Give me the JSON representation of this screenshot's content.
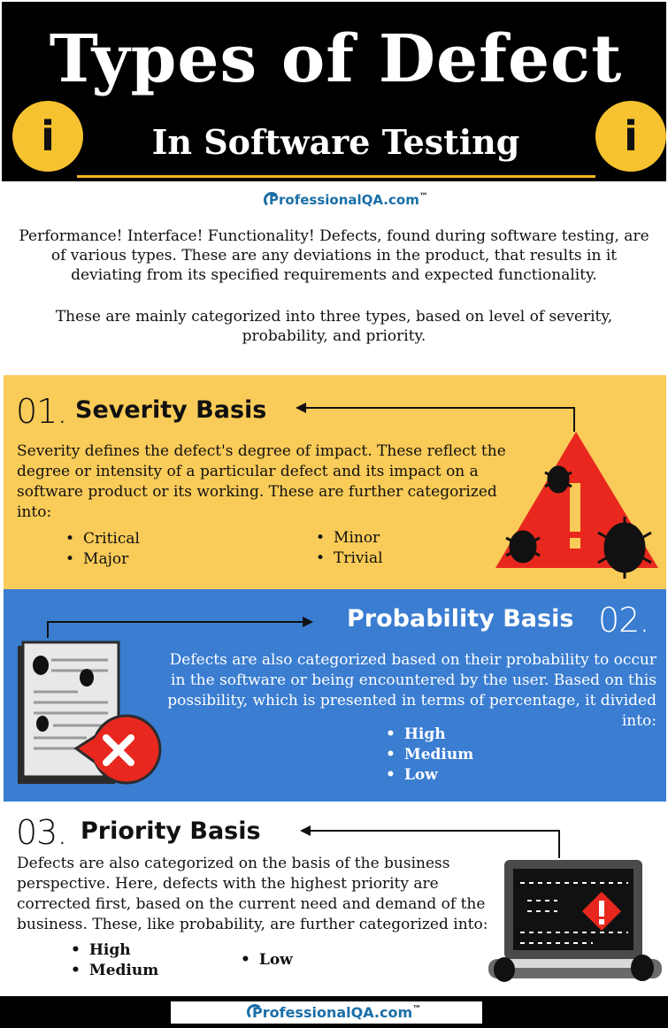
{
  "header": {
    "title": "Types of Defect",
    "subtitle": "In Software Testing",
    "info_glyph": "i"
  },
  "logo": {
    "brand": "Professional",
    "accent": "QA",
    "suffix": ".com",
    "tm": "™"
  },
  "intro": {
    "paragraph1": "Performance! Interface! Functionality! Defects, found during software testing, are of various types. These are any deviations in the product, that results in it deviating from its specified requirements and expected functionality.",
    "paragraph2": "These are mainly categorized into three types, based on level of severity, probability, and priority."
  },
  "sections": {
    "severity": {
      "number": "01.",
      "title": "Severity Basis",
      "text": "Severity defines the defect's degree of impact. These reflect the degree or intensity of a particular defect and its impact on a software product or its working. These are further categorized into:",
      "list_left": [
        "Critical",
        "Major"
      ],
      "list_right": [
        "Minor",
        "Trivial"
      ],
      "icon": "warning-triangle-bugs-icon"
    },
    "probability": {
      "number": "02.",
      "title": "Probability Basis",
      "text": "Defects are also categorized based on their probability to occur in the software or being encountered by the user. Based on this possibility, which is presented in terms of percentage, it divided into:",
      "list": [
        "High",
        "Medium",
        "Low"
      ],
      "icon": "bug-report-document-icon"
    },
    "priority": {
      "number": "03.",
      "title": "Priority Basis",
      "text": "Defects are also categorized on the basis of the business perspective. Here, defects with the highest priority are corrected first, based on the current need and demand of the business. These, like probability, are further categorized into:",
      "list_left": [
        "High",
        "Medium"
      ],
      "list_right": [
        "Low"
      ],
      "icon": "laptop-error-bugs-icon"
    }
  },
  "colors": {
    "header_bg": "#000000",
    "accent_yellow": "#f6c230",
    "severity_bg": "#f9cb58",
    "probability_bg": "#3a7dd1",
    "warning_red": "#e8281e",
    "brand_blue": "#1b6fa8"
  }
}
